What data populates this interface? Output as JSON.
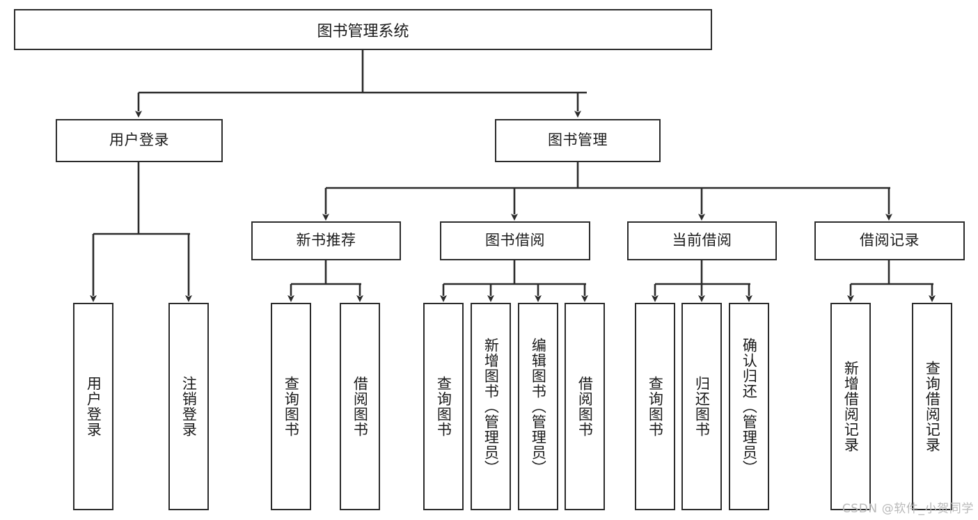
{
  "diagram": {
    "type": "tree",
    "title": "图书管理系统",
    "watermark": "CSDN @软件_小贺同学",
    "colors": {
      "stroke": "#2b2b2b",
      "fill": "#ffffff",
      "text": "#1a1a1a",
      "watermark": "#b9b9b9"
    },
    "nodes": {
      "root": "图书管理系统",
      "level2": {
        "user_login": "用户登录",
        "book_manage": "图书管理"
      },
      "level3": {
        "new_book_rec": "新书推荐",
        "book_borrow": "图书借阅",
        "current_borrow": "当前借阅",
        "borrow_record": "借阅记录"
      },
      "leaves": {
        "user_login_1": "用户登录",
        "user_login_2": "注销登录",
        "new_book_rec_1": "查询图书",
        "new_book_rec_2": "借阅图书",
        "book_borrow_1": "查询图书",
        "book_borrow_2": "新增图书（管理员）",
        "book_borrow_3": "编辑图书（管理员）",
        "book_borrow_4": "借阅图书",
        "current_borrow_1": "查询图书",
        "current_borrow_2": "归还图书",
        "current_borrow_3": "确认归还（管理员）",
        "borrow_record_1": "新增借阅记录",
        "borrow_record_2": "查询借阅记录"
      }
    },
    "edges": [
      {
        "from": "root",
        "to": "user_login"
      },
      {
        "from": "root",
        "to": "book_manage"
      },
      {
        "from": "user_login",
        "to": "user_login_1"
      },
      {
        "from": "user_login",
        "to": "user_login_2"
      },
      {
        "from": "book_manage",
        "to": "new_book_rec"
      },
      {
        "from": "book_manage",
        "to": "book_borrow"
      },
      {
        "from": "book_manage",
        "to": "current_borrow"
      },
      {
        "from": "book_manage",
        "to": "borrow_record"
      },
      {
        "from": "new_book_rec",
        "to": "new_book_rec_1"
      },
      {
        "from": "new_book_rec",
        "to": "new_book_rec_2"
      },
      {
        "from": "book_borrow",
        "to": "book_borrow_1"
      },
      {
        "from": "book_borrow",
        "to": "book_borrow_2"
      },
      {
        "from": "book_borrow",
        "to": "book_borrow_3"
      },
      {
        "from": "book_borrow",
        "to": "book_borrow_4"
      },
      {
        "from": "current_borrow",
        "to": "current_borrow_1"
      },
      {
        "from": "current_borrow",
        "to": "current_borrow_2"
      },
      {
        "from": "current_borrow",
        "to": "current_borrow_3"
      },
      {
        "from": "borrow_record",
        "to": "borrow_record_1"
      },
      {
        "from": "borrow_record",
        "to": "borrow_record_2"
      }
    ]
  }
}
